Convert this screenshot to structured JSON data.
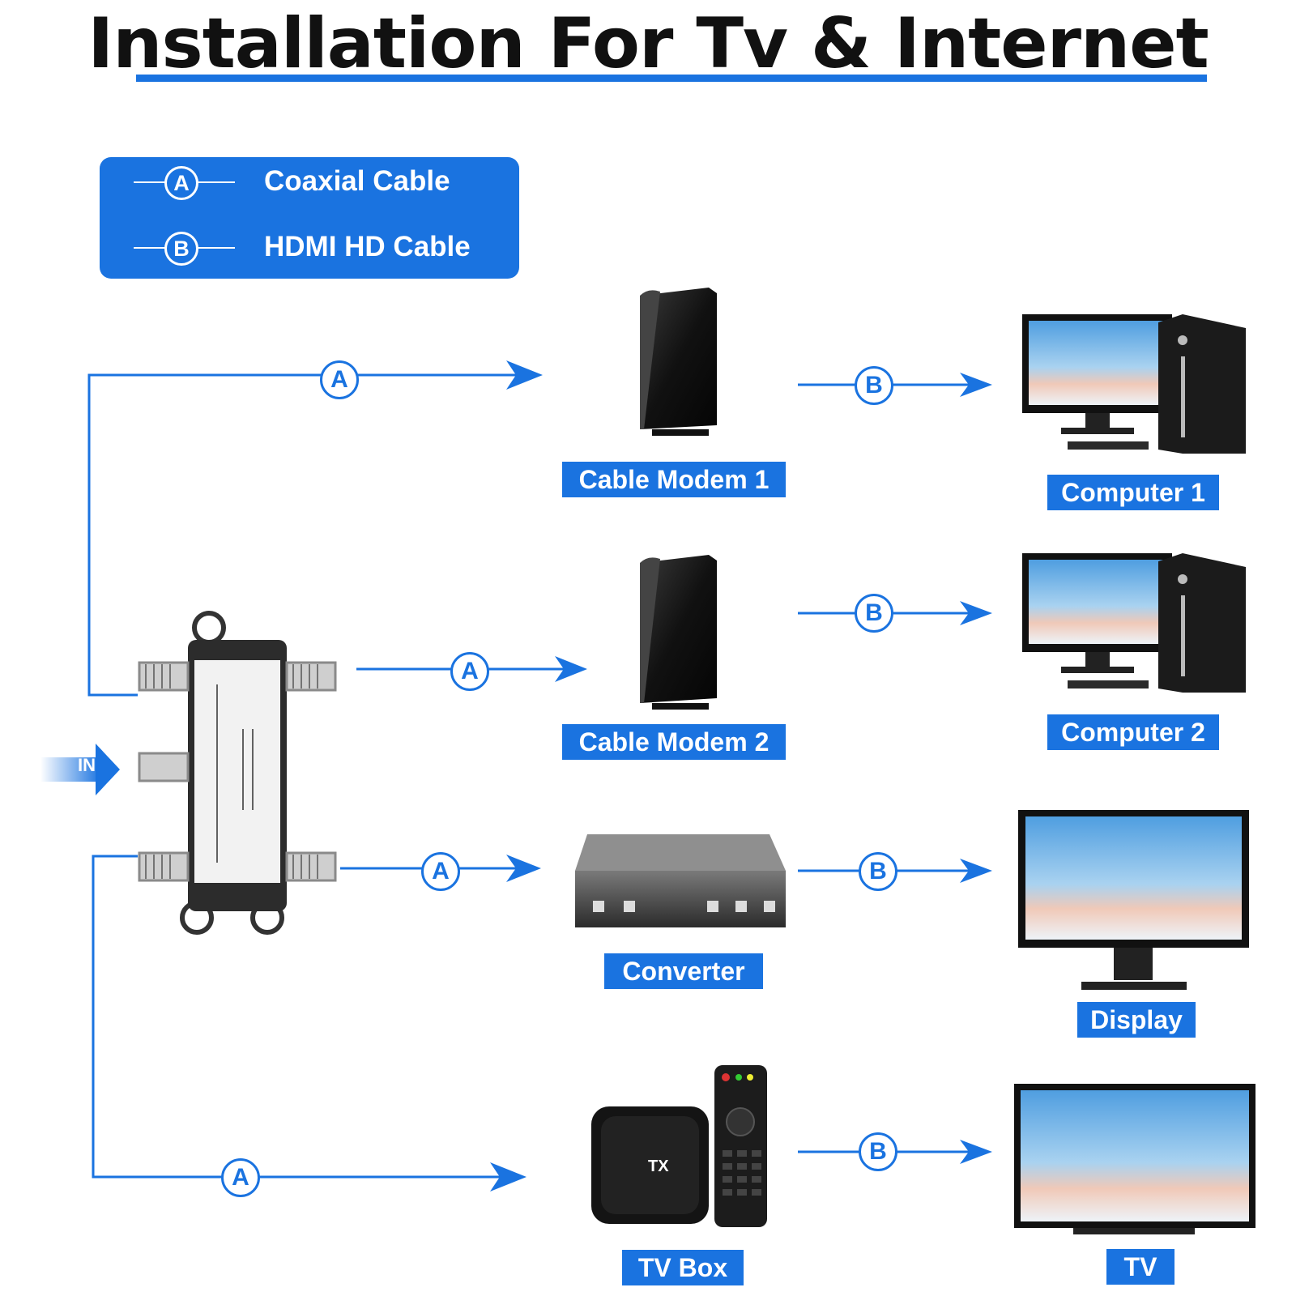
{
  "title": "Installation For Tv & Internet",
  "legend": {
    "items": [
      {
        "marker": "A",
        "text": "Coaxial Cable"
      },
      {
        "marker": "B",
        "text": "HDMI HD Cable"
      }
    ]
  },
  "input_label": "IN",
  "devices": {
    "cable_modem_1": "Cable Modem 1",
    "cable_modem_2": "Cable Modem 2",
    "converter": "Converter",
    "tv_box": "TV Box",
    "computer_1": "Computer 1",
    "computer_2": "Computer 2",
    "display": "Display",
    "tv": "TV"
  },
  "connector_markers": {
    "coax": "A",
    "hdmi": "B"
  },
  "tv_box_brand": "TX",
  "colors": {
    "accent": "#1a73e0",
    "device_dark": "#141414",
    "screen_sky": "#6fb3e6"
  }
}
